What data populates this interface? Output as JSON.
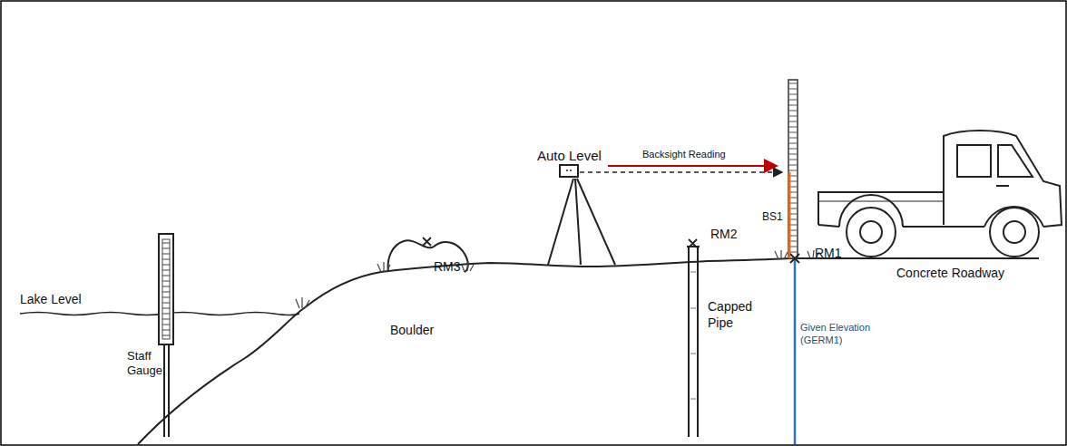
{
  "diagram": {
    "labels": [
      "Auto Level",
      "Backsight Reading",
      "BS1",
      "RM3",
      "RM2",
      "RM1",
      "Lake Level",
      "Boulder",
      "Capped Pipe",
      "Staff Gauge",
      "Concrete Roadway",
      "Given Elevation (GERM1)"
    ]
  }
}
